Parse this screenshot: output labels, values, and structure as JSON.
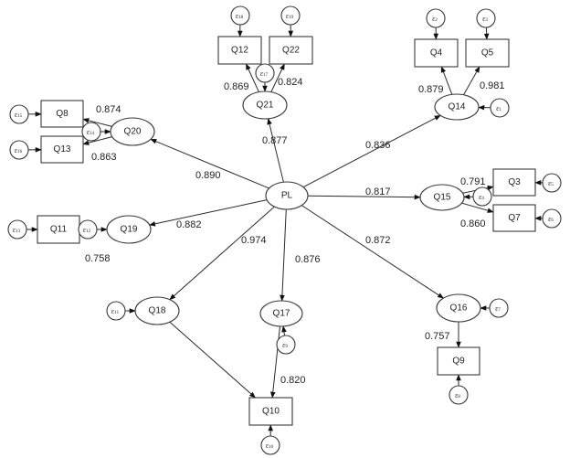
{
  "diagram": {
    "type": "structural-equation-model",
    "latent_nodes": [
      {
        "id": "PL",
        "label": "PL"
      },
      {
        "id": "Q14",
        "label": "Q14"
      },
      {
        "id": "Q15",
        "label": "Q15"
      },
      {
        "id": "Q16",
        "label": "Q16"
      },
      {
        "id": "Q17",
        "label": "Q17"
      },
      {
        "id": "Q18",
        "label": "Q18"
      },
      {
        "id": "Q19",
        "label": "Q19"
      },
      {
        "id": "Q20",
        "label": "Q20"
      },
      {
        "id": "Q21",
        "label": "Q21"
      }
    ],
    "observed_nodes": [
      {
        "id": "Q3",
        "label": "Q3"
      },
      {
        "id": "Q4",
        "label": "Q4"
      },
      {
        "id": "Q5",
        "label": "Q5"
      },
      {
        "id": "Q7",
        "label": "Q7"
      },
      {
        "id": "Q8",
        "label": "Q8"
      },
      {
        "id": "Q9",
        "label": "Q9"
      },
      {
        "id": "Q10",
        "label": "Q10"
      },
      {
        "id": "Q11",
        "label": "Q11"
      },
      {
        "id": "Q12",
        "label": "Q12"
      },
      {
        "id": "Q13",
        "label": "Q13"
      },
      {
        "id": "Q22",
        "label": "Q22"
      }
    ],
    "error_terms": [
      {
        "id": "e1",
        "symbol": "ε",
        "sub": "1",
        "target": "Q14"
      },
      {
        "id": "e2",
        "symbol": "ε",
        "sub": "2",
        "target": "Q4"
      },
      {
        "id": "e3",
        "symbol": "ε",
        "sub": "3",
        "target": "Q5"
      },
      {
        "id": "e4",
        "symbol": "ε",
        "sub": "4",
        "target": "Q15"
      },
      {
        "id": "e5",
        "symbol": "ε",
        "sub": "5",
        "target": "Q3"
      },
      {
        "id": "e6",
        "symbol": "ε",
        "sub": "6",
        "target": "Q7"
      },
      {
        "id": "e7",
        "symbol": "ε",
        "sub": "7",
        "target": "Q16"
      },
      {
        "id": "e8",
        "symbol": "ε",
        "sub": "8",
        "target": "Q9"
      },
      {
        "id": "e9",
        "symbol": "ε",
        "sub": "9",
        "target": "Q17"
      },
      {
        "id": "e10",
        "symbol": "ε",
        "sub": "10",
        "target": "Q10"
      },
      {
        "id": "e11",
        "symbol": "ε",
        "sub": "11",
        "target": "Q18"
      },
      {
        "id": "e12",
        "symbol": "ε",
        "sub": "12",
        "target": "Q19"
      },
      {
        "id": "e13",
        "symbol": "ε",
        "sub": "13",
        "target": "Q11"
      },
      {
        "id": "e14",
        "symbol": "ε",
        "sub": "14",
        "target": "Q20"
      },
      {
        "id": "e15",
        "symbol": "ε",
        "sub": "15",
        "target": "Q8"
      },
      {
        "id": "e16",
        "symbol": "ε",
        "sub": "16",
        "target": "Q13"
      },
      {
        "id": "e17",
        "symbol": "ε",
        "sub": "17",
        "target": "Q21"
      },
      {
        "id": "e18",
        "symbol": "ε",
        "sub": "18",
        "target": "Q12"
      },
      {
        "id": "e19",
        "symbol": "ε",
        "sub": "19",
        "target": "Q22"
      }
    ],
    "paths": [
      {
        "from": "PL",
        "to": "Q21",
        "coef": "0.877"
      },
      {
        "from": "PL",
        "to": "Q14",
        "coef": "0.836"
      },
      {
        "from": "PL",
        "to": "Q15",
        "coef": "0.817"
      },
      {
        "from": "PL",
        "to": "Q16",
        "coef": "0.872"
      },
      {
        "from": "PL",
        "to": "Q17",
        "coef": "0.876"
      },
      {
        "from": "PL",
        "to": "Q18",
        "coef": "0.974"
      },
      {
        "from": "PL",
        "to": "Q19",
        "coef": "0.882"
      },
      {
        "from": "PL",
        "to": "Q20",
        "coef": "0.890"
      },
      {
        "from": "Q21",
        "to": "Q12",
        "coef": "0.869"
      },
      {
        "from": "Q21",
        "to": "Q22",
        "coef": "0.824"
      },
      {
        "from": "Q14",
        "to": "Q4",
        "coef": "0.879"
      },
      {
        "from": "Q14",
        "to": "Q5",
        "coef": "0.981"
      },
      {
        "from": "Q15",
        "to": "Q3",
        "coef": "0.791"
      },
      {
        "from": "Q15",
        "to": "Q7",
        "coef": "0.860"
      },
      {
        "from": "Q16",
        "to": "Q9",
        "coef": "0.757"
      },
      {
        "from": "Q17",
        "to": "Q10",
        "coef": "0.820"
      },
      {
        "from": "Q18",
        "to": "Q10",
        "coef": ""
      },
      {
        "from": "Q19",
        "to": "Q11",
        "coef": "0.758"
      },
      {
        "from": "Q20",
        "to": "Q8",
        "coef": "0.874"
      },
      {
        "from": "Q20",
        "to": "Q13",
        "coef": "0.863"
      }
    ]
  }
}
